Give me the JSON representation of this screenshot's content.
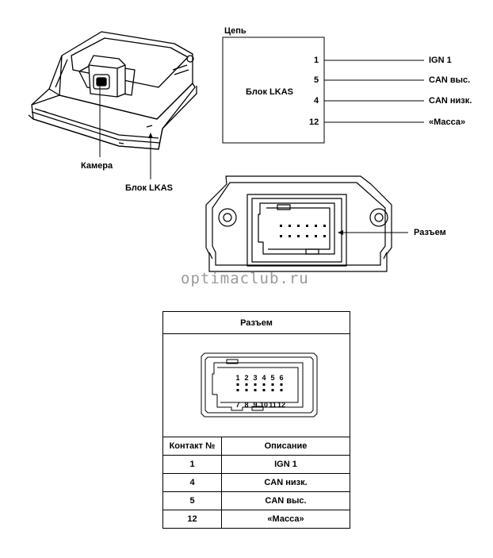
{
  "circuit": {
    "title": "Цепь",
    "unit_label": "Блок LKAS",
    "pins": [
      {
        "number": "1",
        "signal": "IGN 1"
      },
      {
        "number": "5",
        "signal": "CAN выс."
      },
      {
        "number": "4",
        "signal": "CAN низк."
      },
      {
        "number": "12",
        "signal": "«Масса»"
      }
    ]
  },
  "illustration": {
    "camera_label": "Камера",
    "unit_label": "Блок LKAS",
    "connector_label": "Разъем"
  },
  "watermark": "optimaclub.ru",
  "connector_table": {
    "title": "Разъем",
    "pin_numbers_top": [
      "1",
      "2",
      "3",
      "4",
      "5",
      "6"
    ],
    "pin_numbers_bottom": [
      "7",
      "8",
      "9",
      "10",
      "11",
      "12"
    ],
    "headers": [
      "Контакт №",
      "Описание"
    ],
    "rows": [
      {
        "pin": "1",
        "description": "IGN 1"
      },
      {
        "pin": "4",
        "description": "CAN низк."
      },
      {
        "pin": "5",
        "description": "CAN выс."
      },
      {
        "pin": "12",
        "description": "«Масса»"
      }
    ]
  }
}
